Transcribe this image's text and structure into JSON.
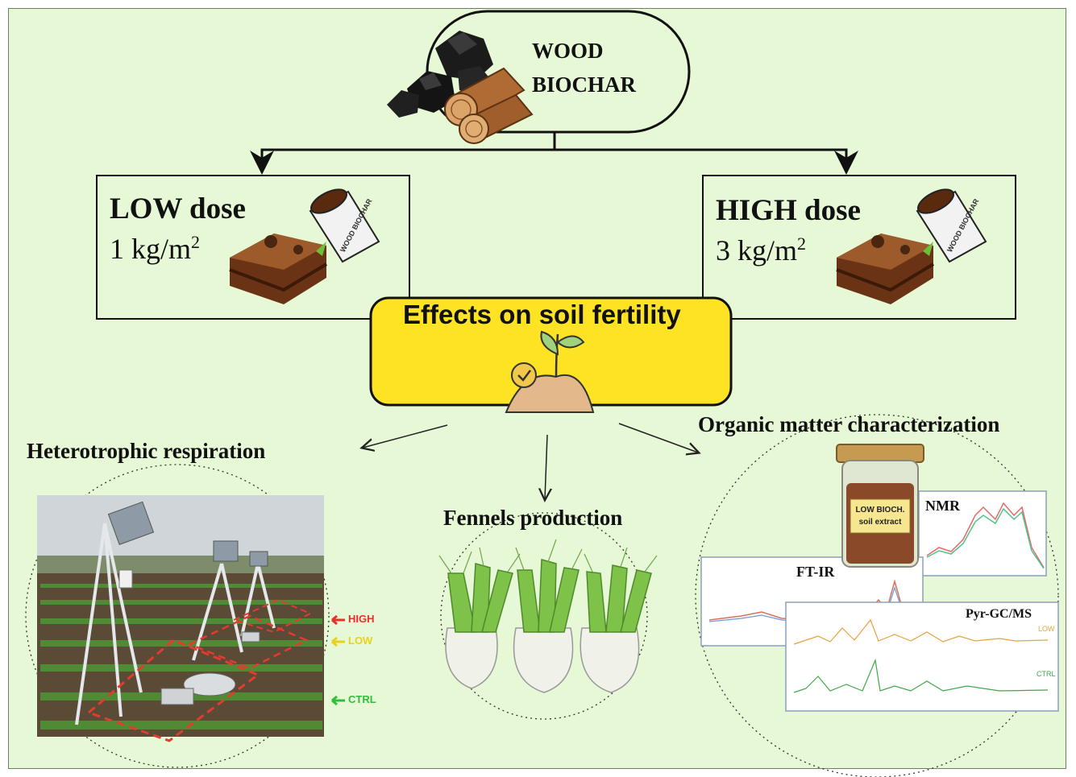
{
  "source": {
    "title_line1": "WOOD",
    "title_line2": "BIOCHAR"
  },
  "doses": [
    {
      "title": "LOW dose",
      "value": "1 kg/m",
      "exp": "2",
      "bag_label": "WOOD BIOCHAR"
    },
    {
      "title": "HIGH dose",
      "value": "3 kg/m",
      "exp": "2",
      "bag_label": "WOOD BIOCHAR"
    }
  ],
  "center": {
    "title": "Effects on soil fertility"
  },
  "outcomes": {
    "respiration": {
      "title": "Heterotrophic respiration",
      "plots": [
        "HIGH",
        "LOW",
        "CTRL"
      ]
    },
    "fennel": {
      "title": "Fennels production"
    },
    "organic": {
      "title": "Organic matter characterization",
      "jar_line1": "LOW BIOCH.",
      "jar_line2": "soil extract",
      "techniques": [
        "NMR",
        "FT-IR",
        "Pyr-GC/MS"
      ],
      "pyr_traces": [
        "LOW",
        "CTRL"
      ]
    }
  },
  "colors": {
    "background": "#e6f8d6",
    "center_box": "#fde324",
    "high": "#e8312a",
    "low": "#e8d21e",
    "ctrl": "#2fbf3a"
  }
}
